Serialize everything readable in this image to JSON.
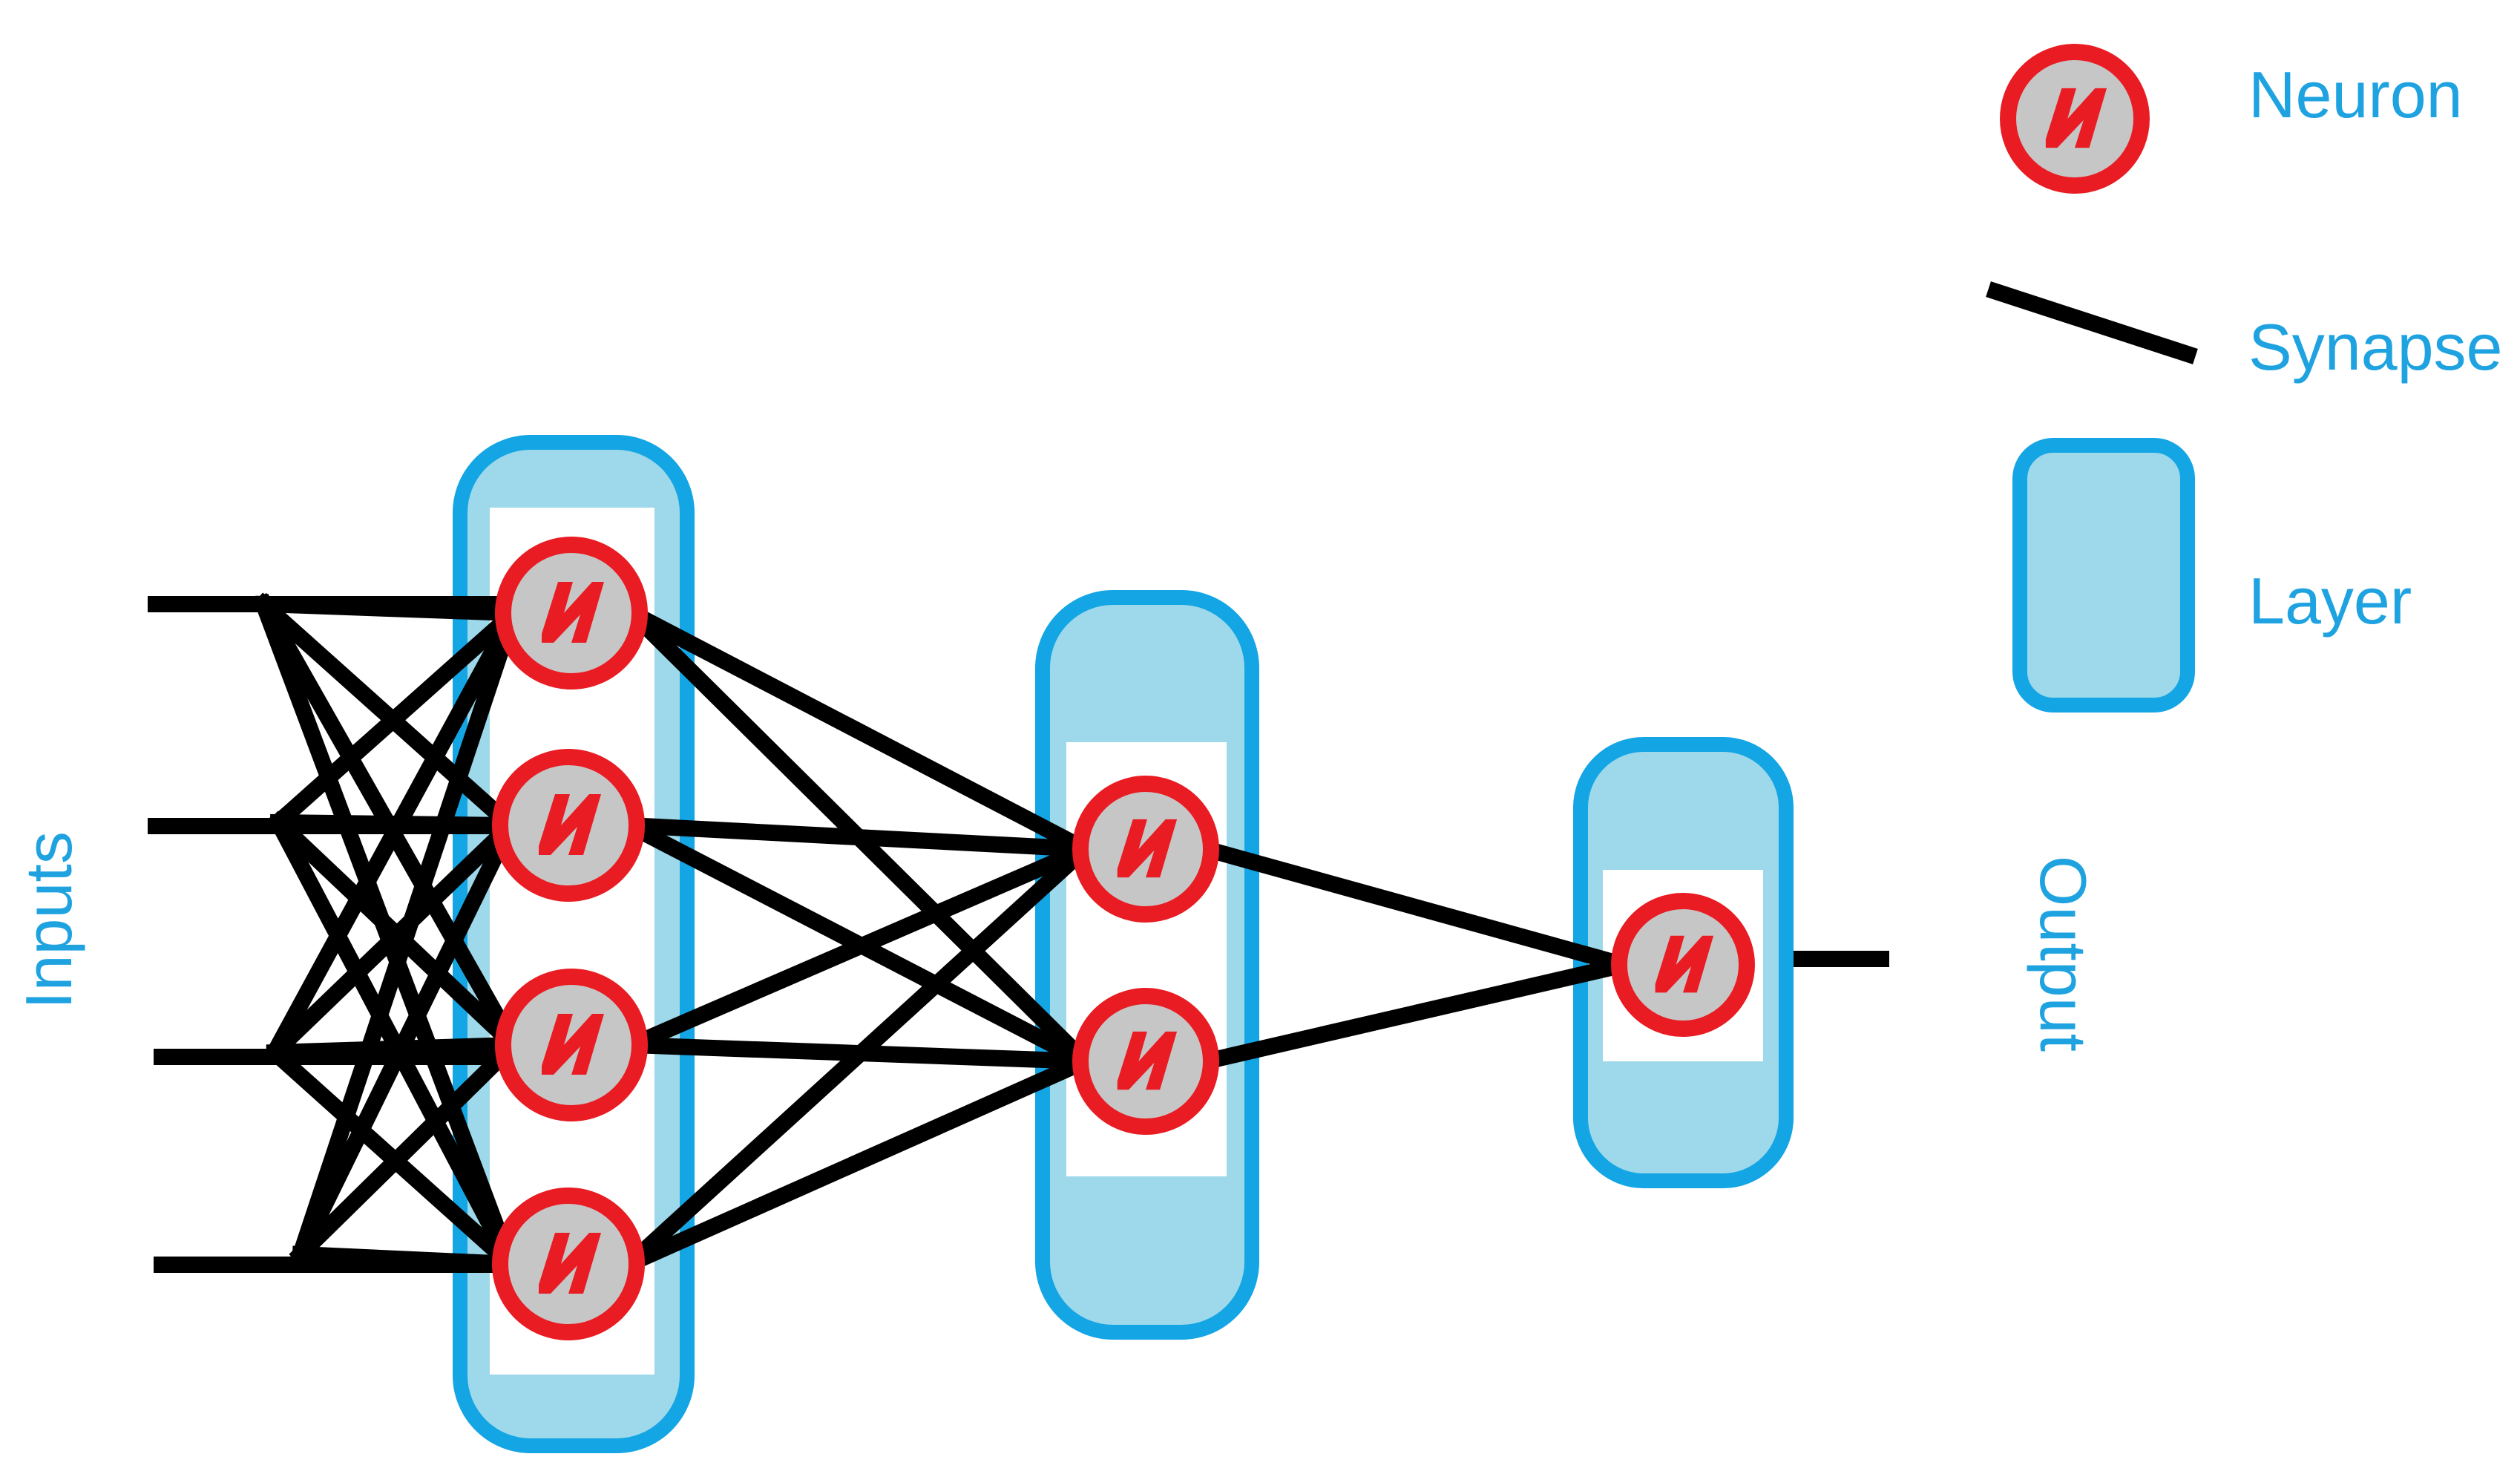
{
  "labels": {
    "inputs": "Inputs",
    "output": "Output"
  },
  "legend": {
    "neuron": "Neuron",
    "synapse": "Synapse",
    "layer": "Layer"
  },
  "colors": {
    "label_text": "#1fa3e0",
    "layer_fill": "#9dd9ea",
    "layer_border": "#14a5e4",
    "neuron_fill": "#c6c6c6",
    "neuron_border": "#e91c23",
    "neuron_glyph": "#e91c23",
    "synapse": "#000000",
    "slot_fill": "#ffffff"
  },
  "network": {
    "inputs": 4,
    "layers": [
      {
        "neurons": 4
      },
      {
        "neurons": 2
      },
      {
        "neurons": 1
      }
    ],
    "outputs": 1
  }
}
